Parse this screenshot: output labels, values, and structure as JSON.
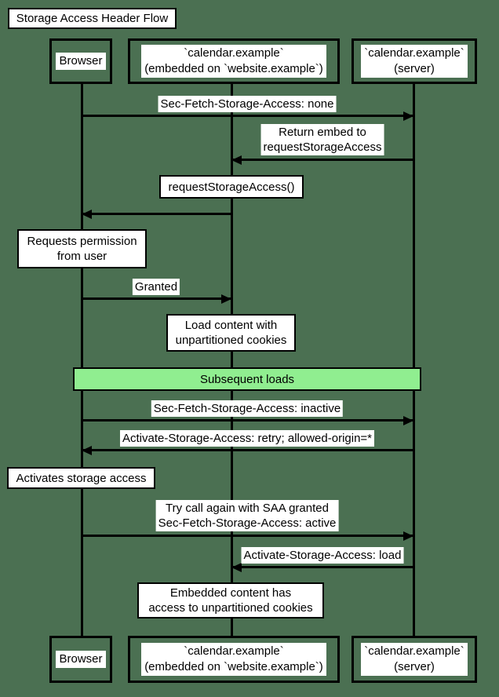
{
  "title": "Storage Access Header Flow",
  "participants": {
    "browser": "Browser",
    "embed": {
      "line1": "`calendar.example`",
      "line2": "(embedded on `website.example`)"
    },
    "server": {
      "line1": "`calendar.example`",
      "line2": "(server)"
    }
  },
  "messages": [
    {
      "label": "Sec-Fetch-Storage-Access: none"
    },
    {
      "line1": "Return embed to",
      "line2": "requestStorageAccess"
    },
    {},
    {
      "label": "Granted"
    },
    {
      "label": "Sec-Fetch-Storage-Access: inactive"
    },
    {
      "label": "Activate-Storage-Access: retry; allowed-origin=*"
    },
    {
      "line1": "Try call again with SAA granted",
      "line2": "Sec-Fetch-Storage-Access: active"
    },
    {
      "label": "Activate-Storage-Access: load"
    }
  ],
  "notes": [
    {
      "label": "requestStorageAccess()"
    },
    {
      "line1": "Requests permission",
      "line2": "from user"
    },
    {
      "line1": "Load content with",
      "line2": "unpartitioned cookies"
    },
    {
      "label": "Activates storage access"
    },
    {
      "line1": "Embedded content has",
      "line2": "access to unpartitioned cookies"
    }
  ],
  "band": {
    "label": "Subsequent loads"
  },
  "colors": {
    "background": "#4b7052",
    "band_fill": "#90ee90",
    "note_fill": "#ffffff",
    "stroke": "#000000"
  }
}
